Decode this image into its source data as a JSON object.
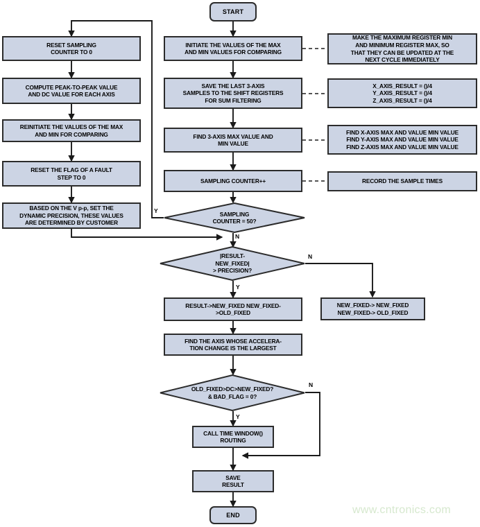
{
  "diagram": {
    "title": "Accelerometer sampling and fixed-value update flowchart",
    "fill_color": "#ccd4e4",
    "stroke_color": "#2b2b2b",
    "watermark_color": "#d6e8ce"
  },
  "nodes": {
    "start": "START",
    "end": "END",
    "initiate_max_min": "INITIATE THE VALUES OF THE MAX\nAND MIN VALUES FOR COMPARING",
    "save_shift_registers": "SAVE THE LAST 3-AXIS\nSAMPLES TO THE SHIFT REGISTERS\nFOR SUM FILTERING",
    "find_3axis_max_min": "FIND 3-AXIS MAX VALUE AND\nMIN VALUE",
    "sampling_counter_inc": "SAMPLING COUNTER++",
    "reset_sampling_counter": "RESET SAMPLING\nCOUNTER TO 0",
    "compute_peak_to_peak": "COMPUTE PEAK-TO-PEAK VALUE\nAND DC VALUE FOR EACH AXIS",
    "reinitiate_max_min": "REINITIATE THE VALUES OF THE MAX\nAND MIN FOR COMPARING",
    "reset_fault_flag": "RESET THE FLAG OF A FAULT\nSTEP TO 0",
    "dynamic_precision": "BASED ON THE V p-p, SET THE\nDYNAMIC PRECISION, THESE VALUES\nARE DETERMINED BY CUSTOMER",
    "result_to_new_fixed": "RESULT->NEW_FIXED NEW_FIXED-\n>OLD_FIXED",
    "new_fixed_pass": "NEW_FIXED-> NEW_FIXED\nNEW_FIXED-> OLD_FIXED",
    "find_axis_largest": "FIND THE AXIS WHOSE ACCELERA-\nTION CHANGE IS THE LARGEST",
    "call_time_window": "CALL TIME WINDOW()\nROUTING",
    "save_result": "SAVE\nRESULT"
  },
  "decisions": {
    "sampling_counter_check": "SAMPLING\nCOUNTER = 50?",
    "precision_check": "|RESULT-\nNEW_FIXED|\n> PRECISION?",
    "old_fixed_check": "OLD_FIXED>DC>NEW_FIXED?\n& BAD_FLAG = 0?"
  },
  "notes": {
    "max_min_note": "MAKE THE MAXIMUM REGISTER MIN\nAND MINIMUM REGISTER MAX, SO\nTHAT THEY CAN BE UPDATED AT THE\nNEXT CYCLE IMMEDIATELY",
    "axis_result_note": "X_AXIS_RESULT = ()/4\nY_AXIS_RESULT = ()/4\nZ_AXIS_RESULT = ()/4",
    "find_axis_note": "FIND X-AXIS MAX AND VALUE MIN VALUE\nFIND Y-AXIS MAX AND VALUE MIN VALUE\nFIND Z-AXIS MAX AND VALUE MIN VALUE",
    "record_sample_note": "RECORD THE SAMPLE TIMES"
  },
  "branch_labels": {
    "sampling_yes": "Y",
    "sampling_no": "N",
    "precision_yes": "Y",
    "precision_no": "N",
    "oldfixed_yes": "Y",
    "oldfixed_no": "N"
  },
  "watermark": "www.cntronics.com"
}
